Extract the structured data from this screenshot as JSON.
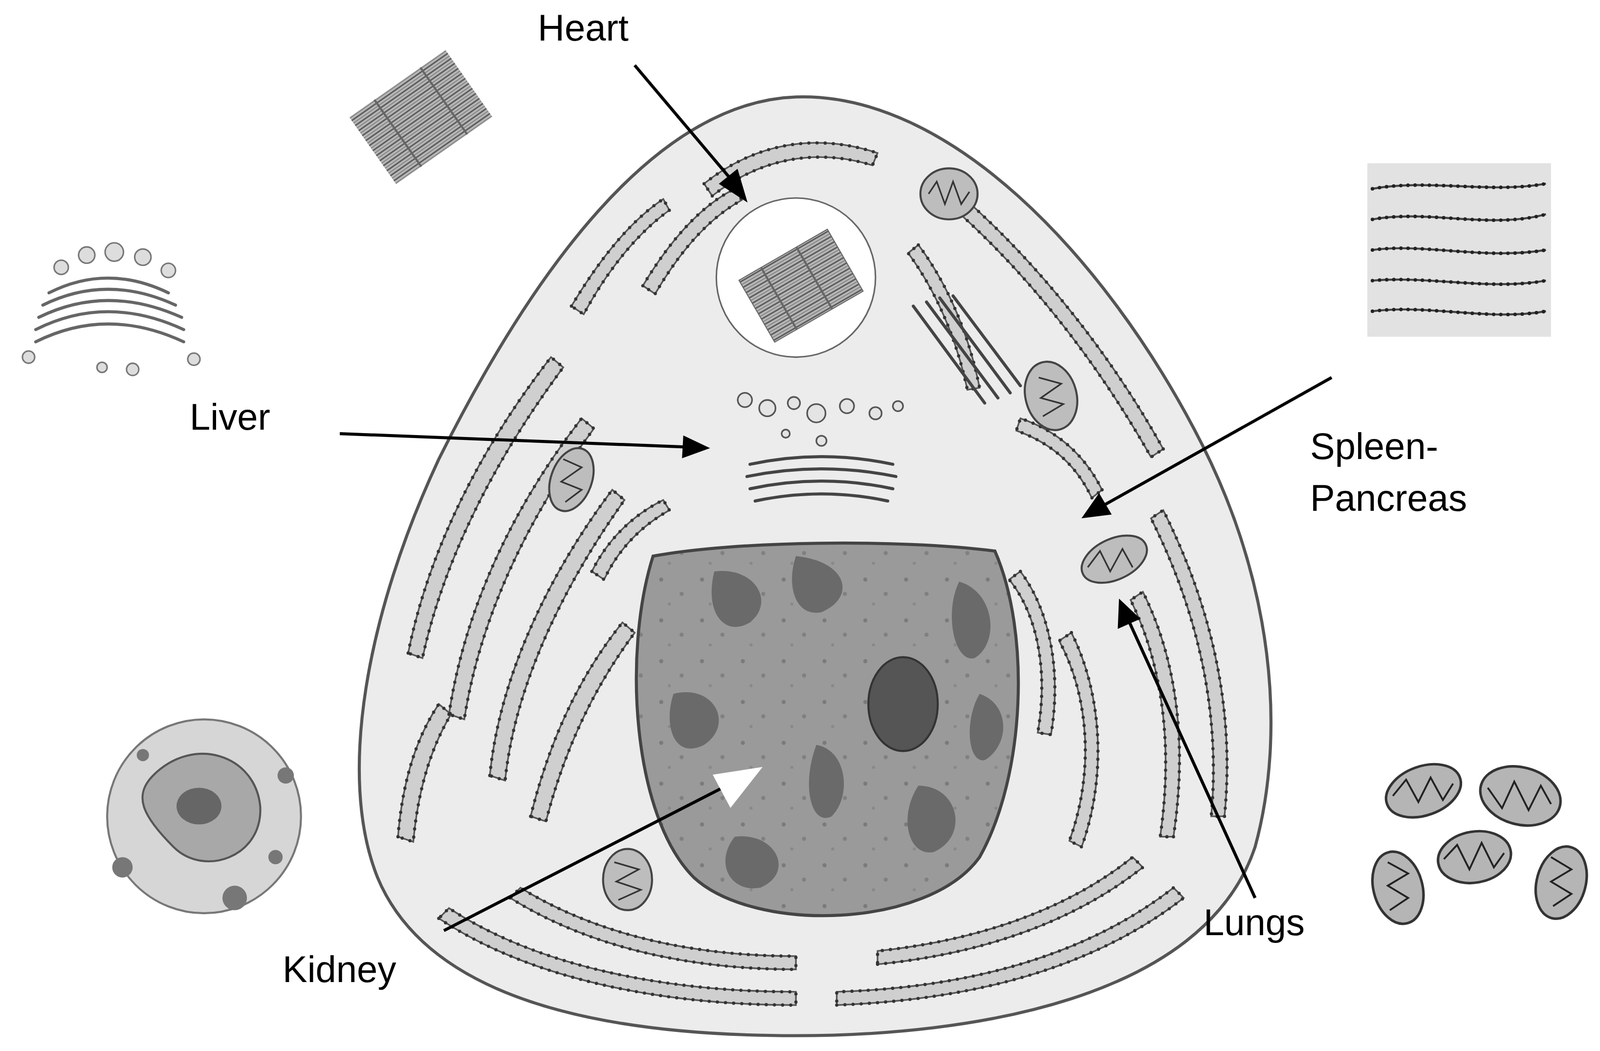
{
  "diagram": {
    "labels": [
      "Heart",
      "Liver",
      "Spleen- Pancreas",
      "Lungs",
      "Kidney"
    ]
  }
}
